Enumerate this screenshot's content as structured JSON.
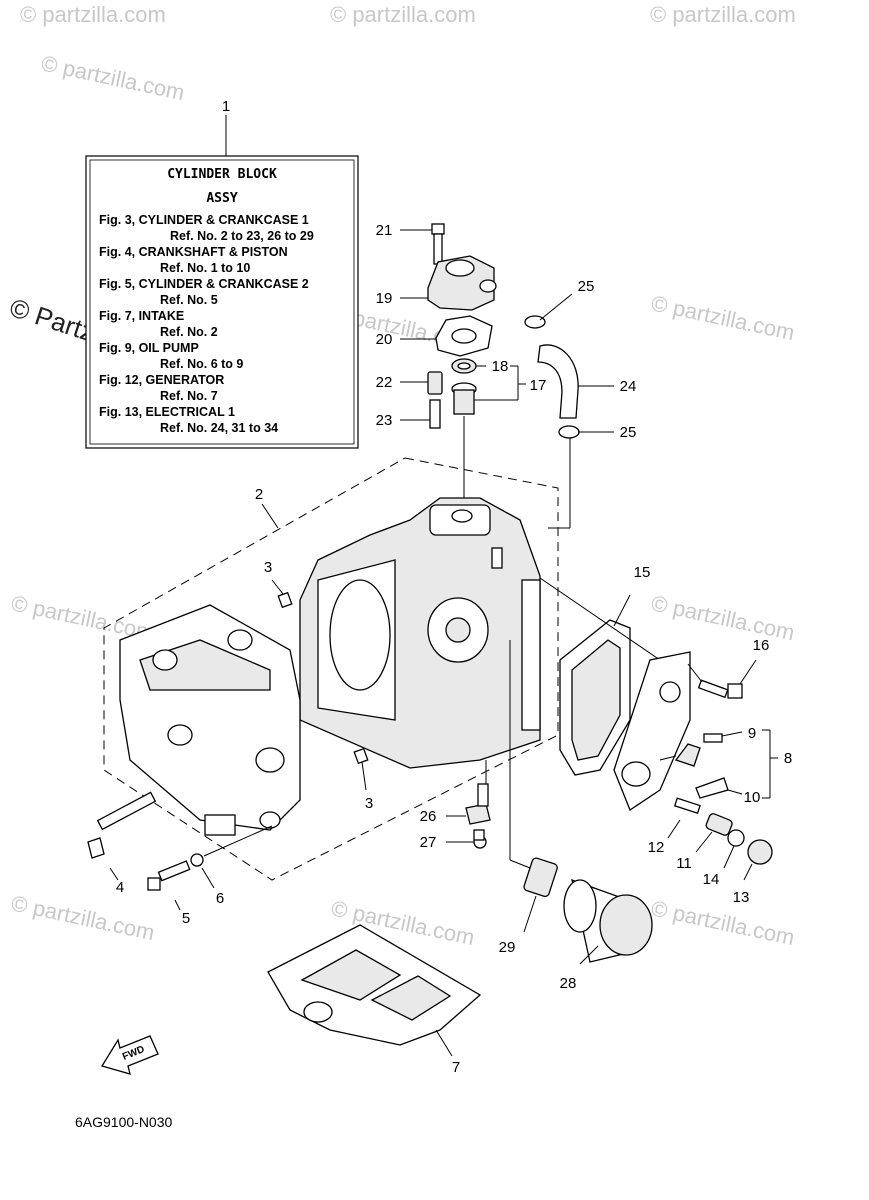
{
  "watermark": {
    "brand": "© Partzilla.com",
    "small": "© partzilla.com"
  },
  "reference_box": {
    "title_line1": "CYLINDER  BLOCK",
    "title_line2": "ASSY",
    "lines": [
      "Fig. 3, CYLINDER & CRANKCASE 1",
      "Ref. No. 2 to 23, 26 to 29",
      "Fig. 4, CRANKSHAFT & PISTON",
      "Ref. No. 1 to 10",
      "Fig. 5, CYLINDER & CRANKCASE 2",
      "Ref. No. 5",
      "Fig. 7, INTAKE",
      "Ref. No. 2",
      "Fig. 9, OIL PUMP",
      "Ref. No. 6 to 9",
      "Fig. 12, GENERATOR",
      "Ref. No. 7",
      "Fig. 13, ELECTRICAL 1",
      "Ref. No. 24, 31 to 34"
    ]
  },
  "callouts": {
    "c1": "1",
    "c2": "2",
    "c3a": "3",
    "c3b": "3",
    "c4": "4",
    "c5": "5",
    "c6": "6",
    "c7": "7",
    "c8": "8",
    "c9": "9",
    "c10": "10",
    "c11": "11",
    "c12": "12",
    "c13": "13",
    "c14": "14",
    "c15": "15",
    "c16": "16",
    "c17": "17",
    "c18": "18",
    "c19": "19",
    "c20": "20",
    "c21": "21",
    "c22": "22",
    "c23": "23",
    "c24": "24",
    "c25a": "25",
    "c25b": "25",
    "c26": "26",
    "c27": "27",
    "c28": "28",
    "c29": "29"
  },
  "fwd_label": "FWD",
  "diagram_code": "6AG9100-N030"
}
